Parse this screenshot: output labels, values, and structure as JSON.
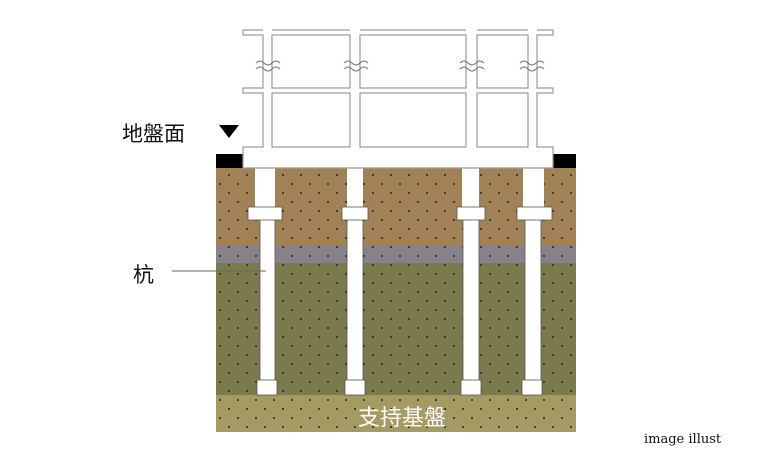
{
  "labels": {
    "ground_surface": "地盤面",
    "pile": "杭",
    "bearing_stratum": "支持基盤",
    "caption": "image illust"
  },
  "colors": {
    "topsoil": "#a08256",
    "clay_layer": "#85828c",
    "middle_soil": "#7b7a4c",
    "bearing_layer": "#a39b62",
    "frame_stroke": "#9a9a9a"
  }
}
